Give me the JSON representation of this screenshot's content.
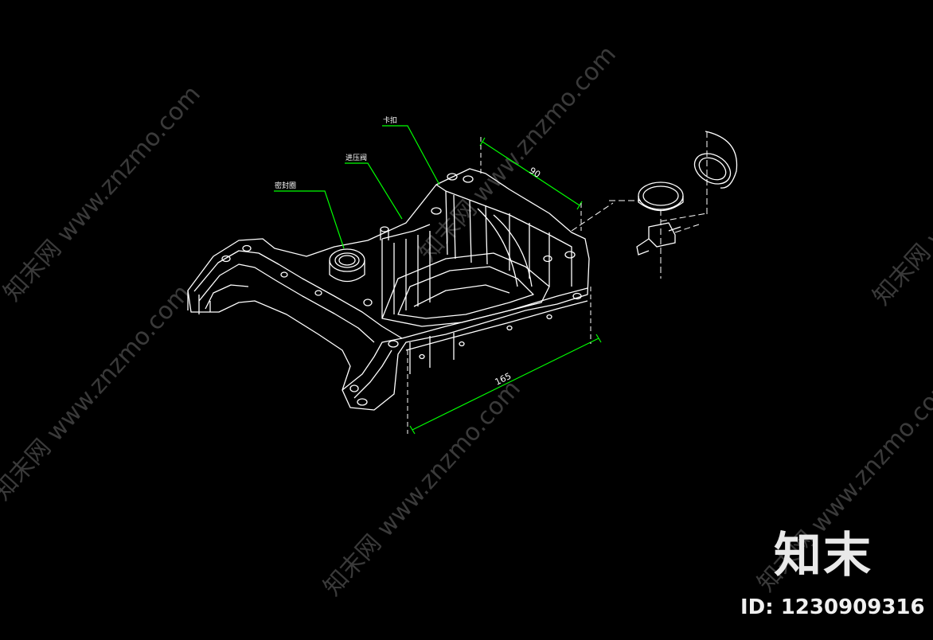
{
  "drawing": {
    "callouts": [
      {
        "id": "label-kakou",
        "text": "卡扣"
      },
      {
        "id": "label-jinyafa",
        "text": "进压阀"
      },
      {
        "id": "label-miffengquan",
        "text": "密封圈"
      }
    ],
    "dimensions": [
      {
        "id": "dim-top",
        "text": "90"
      },
      {
        "id": "dim-bottom",
        "text": "165"
      }
    ],
    "colors": {
      "background": "#000000",
      "linework": "#ffffff",
      "dimension": "#00ff00",
      "watermark": "#3a3a3a"
    }
  },
  "watermark": {
    "site_text": "知末网 www.znzmo.com",
    "logo": "知末",
    "id_label": "ID: 1230909316"
  }
}
